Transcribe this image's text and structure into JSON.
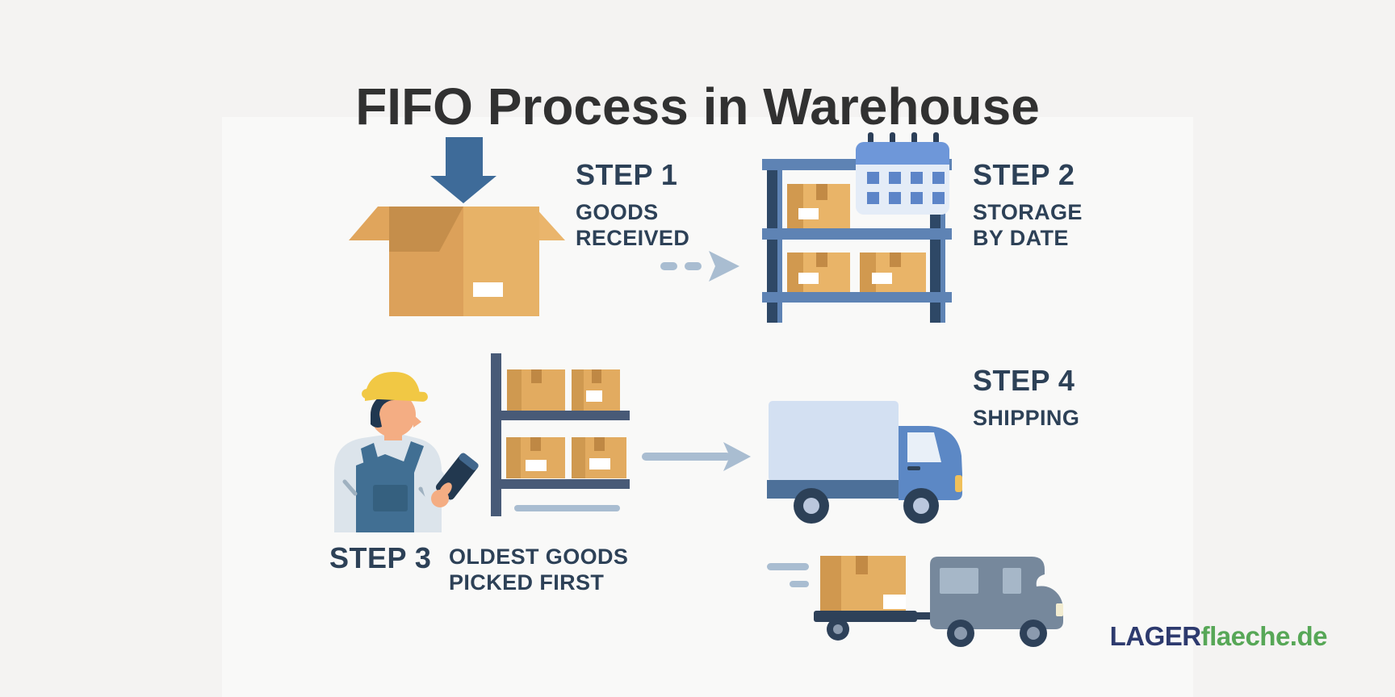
{
  "title": "FIFO Process in Warehouse",
  "steps": [
    {
      "label": "STEP 1",
      "caption": [
        "GOODS",
        "RECEIVED"
      ],
      "icon": "box-with-down-arrow"
    },
    {
      "label": "STEP 2",
      "caption": [
        "STORAGE",
        "BY DATE"
      ],
      "icon": "shelf-with-calendar"
    },
    {
      "label": "STEP 3",
      "caption": [
        "OLDEST GOODS",
        "PICKED FIRST"
      ],
      "icon": "worker-picking-from-shelf"
    },
    {
      "label": "STEP 4",
      "caption": [
        "SHIPPING"
      ],
      "icon": "delivery-truck"
    }
  ],
  "logo": {
    "prefix": "LAGER",
    "suffix": "flaeche.de"
  },
  "colors": {
    "background": "#f4f3f2",
    "panel": "#f9f9f8",
    "title_text": "#313131",
    "step_text": "#2d4157",
    "carton_tan": "#e5af63",
    "carton_shadow": "#c58e4b",
    "steel_blue_arrow": "#3e6b99",
    "shelf_blue": "#5e83b4",
    "shelf_post_dark": "#2e4866",
    "flow_arrow_gray": "#a9bdd1",
    "truck_cargo": "#d3e0f2",
    "truck_cab": "#5c88c5",
    "wheel_dark": "#2c4057",
    "van_gray": "#76889c",
    "hat_yellow": "#f1c844",
    "skin": "#f4ad83",
    "overalls_blue": "#416f93",
    "logo_navy": "#2d3a6e",
    "logo_green": "#57a757"
  }
}
